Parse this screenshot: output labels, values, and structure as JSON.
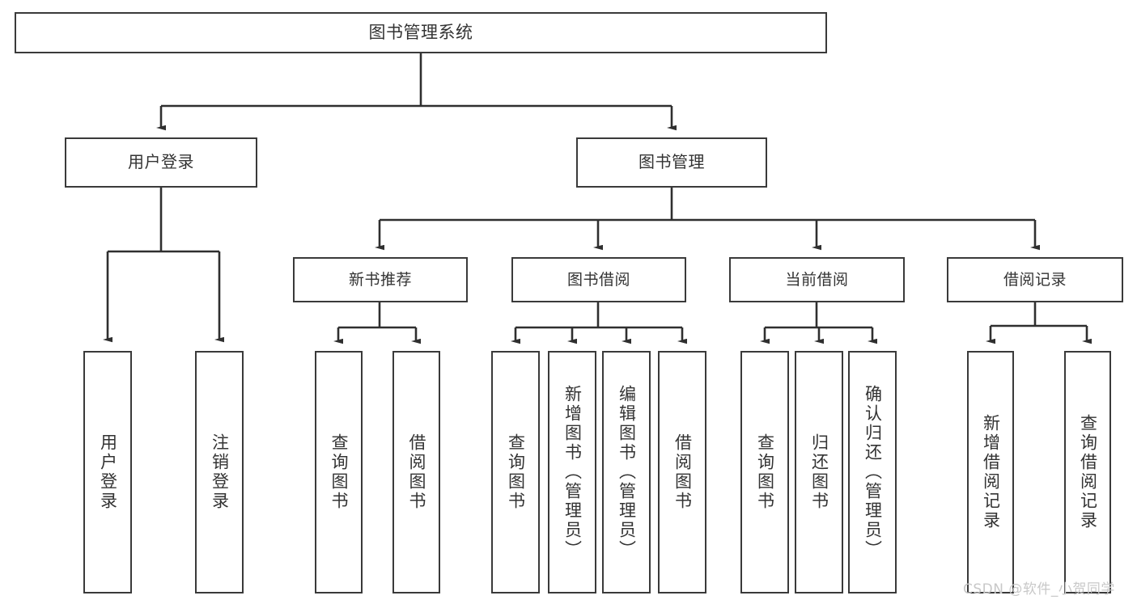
{
  "diagram": {
    "title": "图书管理系统",
    "type": "hierarchy-tree",
    "root": {
      "label": "图书管理系统"
    },
    "level2": [
      {
        "label": "用户登录"
      },
      {
        "label": "图书管理"
      }
    ],
    "level3": [
      {
        "label": "新书推荐"
      },
      {
        "label": "图书借阅"
      },
      {
        "label": "当前借阅"
      },
      {
        "label": "借阅记录"
      }
    ],
    "leaves": {
      "user_login": [
        {
          "label": "用户登录"
        },
        {
          "label": "注销登录"
        }
      ],
      "new_book_recommend": [
        {
          "label": "查询图书"
        },
        {
          "label": "借阅图书"
        }
      ],
      "book_borrow": [
        {
          "label": "查询图书"
        },
        {
          "label": "新增图书（管理员）"
        },
        {
          "label": "编辑图书（管理员）"
        },
        {
          "label": "借阅图书"
        }
      ],
      "current_borrow": [
        {
          "label": "查询图书"
        },
        {
          "label": "归还图书"
        },
        {
          "label": "确认归还（管理员）"
        }
      ],
      "borrow_record": [
        {
          "label": "新增借阅记录"
        },
        {
          "label": "查询借阅记录"
        }
      ]
    }
  },
  "watermark": {
    "text": "CSDN @软件_小贺同学"
  },
  "colors": {
    "box_border": "#3a3a3a",
    "text": "#333333",
    "edge": "#2f2f2f",
    "background": "#ffffff",
    "watermark": "#c8c8c8"
  }
}
